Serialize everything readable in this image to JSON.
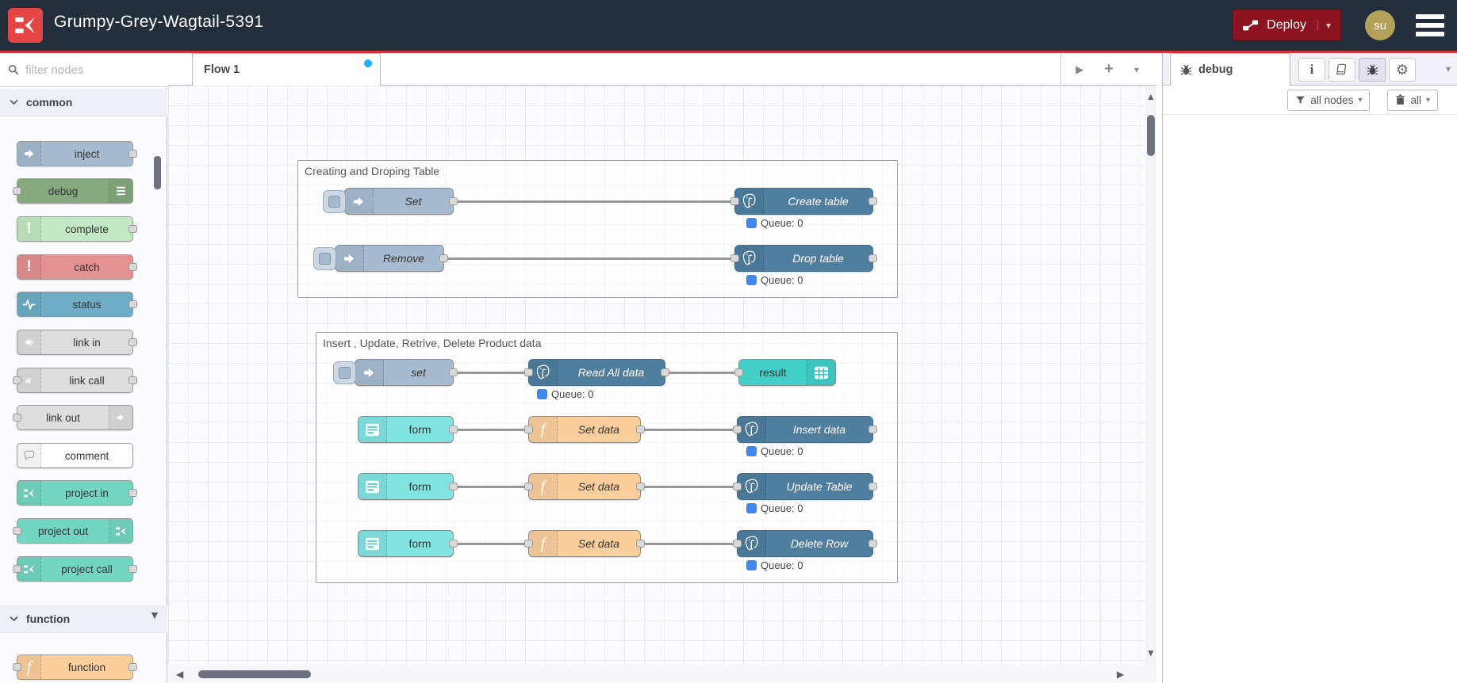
{
  "header": {
    "title": "Grumpy-Grey-Wagtail-5391",
    "deploy_label": "Deploy",
    "deploy_caret": "▾",
    "avatar_text": "su",
    "accent_red": "#d5333c",
    "header_bg": "#252e3c",
    "deploy_bg": "#8c1420"
  },
  "palette": {
    "search_placeholder": "filter nodes",
    "categories": [
      {
        "label": "common",
        "items": [
          {
            "label": "inject",
            "color": "#a6bbcf"
          },
          {
            "label": "debug",
            "color": "#87a980"
          },
          {
            "label": "complete",
            "color": "#c3e8c3"
          },
          {
            "label": "catch",
            "color": "#e49191"
          },
          {
            "label": "status",
            "color": "#6fadc7"
          },
          {
            "label": "link in",
            "color": "#dddddd"
          },
          {
            "label": "link call",
            "color": "#dddddd"
          },
          {
            "label": "link out",
            "color": "#dddddd"
          },
          {
            "label": "comment",
            "color": "#ffffff"
          },
          {
            "label": "project in",
            "color": "#73d6c0"
          },
          {
            "label": "project out",
            "color": "#73d6c0"
          },
          {
            "label": "project call",
            "color": "#73d6c0"
          }
        ]
      },
      {
        "label": "function",
        "items": [
          {
            "label": "function",
            "color": "#fbcf9c"
          }
        ]
      }
    ]
  },
  "tabbar": {
    "flow_label": "Flow 1",
    "collapse": "▶",
    "add": "+",
    "menu_caret": "▾"
  },
  "flow": {
    "groups": [
      {
        "title": "Creating and Droping Table"
      },
      {
        "title": "Insert , Update, Retrive, Delete Product data"
      }
    ],
    "nodes": [
      {
        "label": "Set",
        "type": "inject"
      },
      {
        "label": "Create table",
        "type": "postgresql"
      },
      {
        "label": "Remove",
        "type": "inject"
      },
      {
        "label": "Drop table",
        "type": "postgresql"
      },
      {
        "label": "set",
        "type": "inject"
      },
      {
        "label": "Read All data",
        "type": "postgresql"
      },
      {
        "label": "result",
        "type": "ui-table"
      },
      {
        "label": "form",
        "type": "ui-form"
      },
      {
        "label": "Set data",
        "type": "function"
      },
      {
        "label": "Insert data",
        "type": "postgresql"
      },
      {
        "label": "form",
        "type": "ui-form"
      },
      {
        "label": "Set data",
        "type": "function"
      },
      {
        "label": "Update Table",
        "type": "postgresql"
      },
      {
        "label": "form",
        "type": "ui-form"
      },
      {
        "label": "Set data",
        "type": "function"
      },
      {
        "label": "Delete Row",
        "type": "postgresql"
      }
    ],
    "queue_label": "Queue: 0",
    "queue_color": "#3c87f2"
  },
  "sidebar": {
    "debug_tab_label": "debug",
    "filter_button_label": "all nodes",
    "clear_button_label": "all",
    "caret": "▾"
  },
  "scroll": {
    "up": "▲",
    "down": "▼",
    "left": "◀",
    "right": "▶"
  }
}
